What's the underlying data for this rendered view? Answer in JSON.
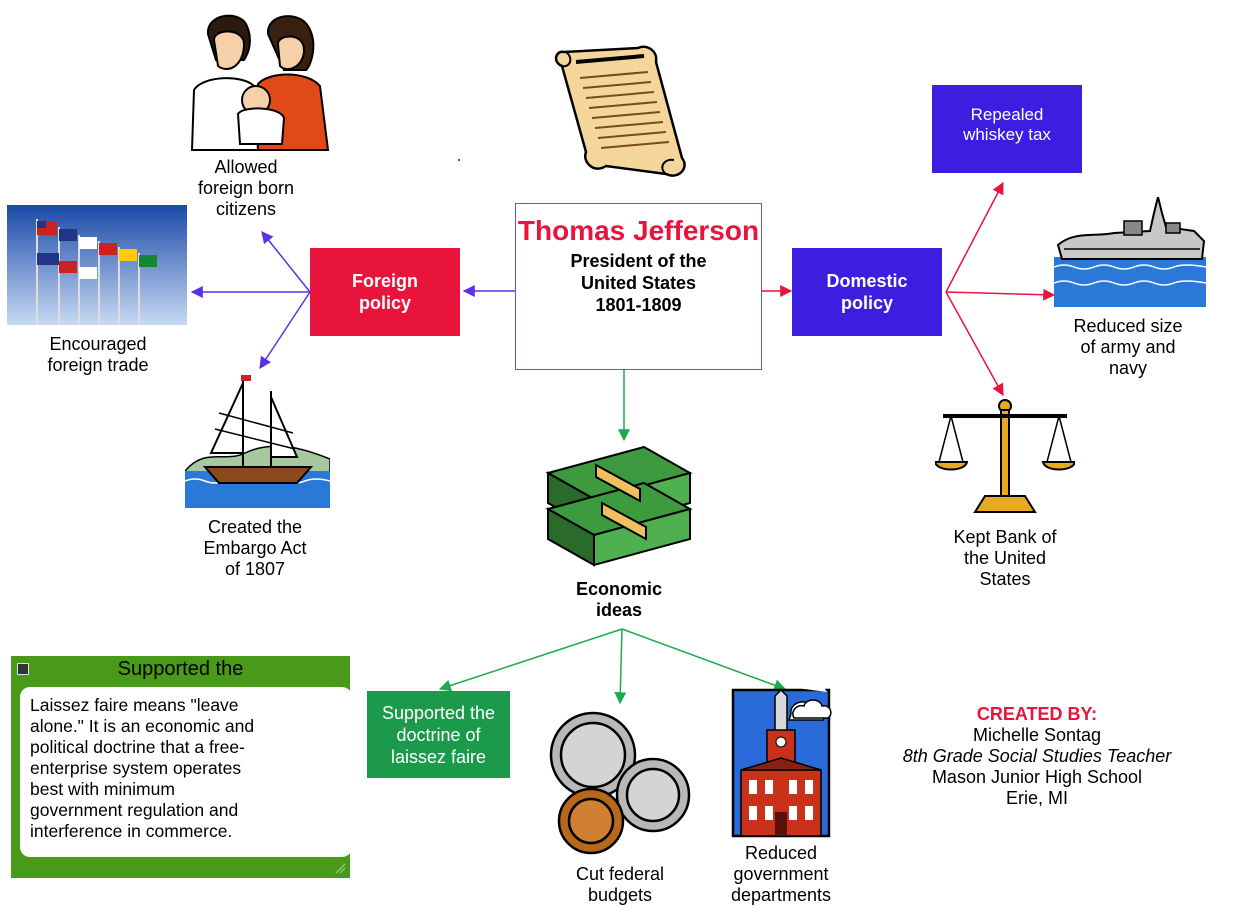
{
  "center": {
    "name": "Thomas Jefferson",
    "subtitle_line1": "President of the",
    "subtitle_line2": "United States",
    "subtitle_line3": "1801-1809"
  },
  "foreign_policy": {
    "label_line1": "Foreign",
    "label_line2": "policy",
    "color": "#e8143c",
    "items": [
      {
        "line1": "Allowed",
        "line2": "foreign born",
        "line3": "citizens",
        "icon": "family-icon"
      },
      {
        "line1": "Encouraged",
        "line2": "foreign trade",
        "icon": "flags-icon"
      },
      {
        "line1": "Created the",
        "line2": "Embargo Act",
        "line3": "of 1807",
        "icon": "ship-icon"
      }
    ]
  },
  "domestic_policy": {
    "label_line1": "Domestic",
    "label_line2": "policy",
    "color": "#3b1ee0",
    "items": [
      {
        "line1": "Repealed",
        "line2": "whiskey tax"
      },
      {
        "line1": "Reduced size",
        "line2": "of army and",
        "line3": "navy",
        "icon": "battleship-icon"
      },
      {
        "line1": "Kept Bank of",
        "line2": "the United",
        "line3": "States",
        "icon": "scales-icon"
      }
    ]
  },
  "economic": {
    "label_line1": "Economic",
    "label_line2": "ideas",
    "icon": "money-icon",
    "items": [
      {
        "line1": "Supported the",
        "line2": "doctrine of",
        "line3": "laissez faire",
        "color": "#1a9a4a"
      },
      {
        "line1": "Cut federal",
        "line2": "budgets",
        "icon": "coins-icon"
      },
      {
        "line1": "Reduced",
        "line2": "government",
        "line3": "departments",
        "icon": "building-icon"
      }
    ]
  },
  "note": {
    "title": "Supported the",
    "body_lines": [
      "Laissez faire means \"leave",
      "alone.\" It is an economic and",
      "political doctrine that a free-",
      "enterprise system operates",
      "best with minimum",
      "government regulation and",
      "interference in commerce."
    ]
  },
  "credits": {
    "title": "CREATED BY:",
    "name": "Michelle Sontag",
    "role": "8th Grade Social Studies Teacher",
    "school": "Mason Junior High School",
    "location": "Erie, MI"
  },
  "colors": {
    "foreign_link": "#5a32e6",
    "domestic_link": "#e8143c",
    "economic_link": "#1aaa50"
  }
}
